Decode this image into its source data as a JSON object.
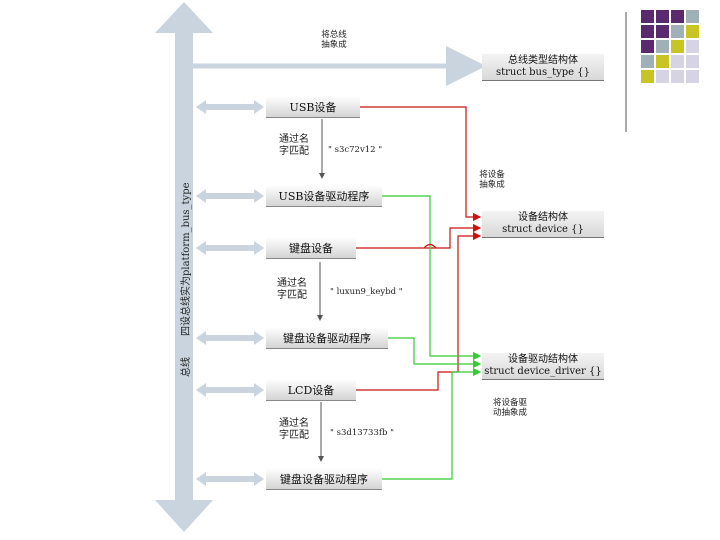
{
  "bus_axis_label": "总线",
  "bus_axis_label2": "四设总线实为platform_bus_type",
  "top_note": [
    "将总线",
    "抽象成"
  ],
  "bus_struct": {
    "line1": "总线类型结构体",
    "line2": "struct bus_type {}"
  },
  "device_struct": {
    "line1": "设备结构体",
    "line2": "struct device {}"
  },
  "driver_struct": {
    "line1": "设备驱动结构体",
    "line2": "struct device_driver {}"
  },
  "device_note": [
    "将设备",
    "抽象成"
  ],
  "driver_note": [
    "将设备驱",
    "动抽象成"
  ],
  "devices": [
    {
      "label": "USB设备"
    },
    {
      "label": "USB设备驱动程序"
    },
    {
      "label": "键盘设备"
    },
    {
      "label": "键盘设备驱动程序"
    },
    {
      "label": "LCD设备"
    },
    {
      "label": "键盘设备驱动程序"
    }
  ],
  "matches": [
    {
      "note": [
        "通过名",
        "字匹配"
      ],
      "name": "\" s3c72v12 \""
    },
    {
      "note": [
        "通过名",
        "字匹配"
      ],
      "name": "\" luxun9_keybd \""
    },
    {
      "note": [
        "通过名",
        "字匹配"
      ],
      "name": "\" s3d13733fb \""
    }
  ],
  "colors": {
    "device_link": "#cc1111",
    "driver_link": "#33cc33",
    "bus_arrow": "#c9d4de"
  },
  "palette": [
    "#5b2a6e",
    "#5b2a6e",
    "#5b2a6e",
    "#9fb0b6",
    "#5b2a6e",
    "#5b2a6e",
    "#9fb0b6",
    "#c7c424",
    "#5b2a6e",
    "#9fb0b6",
    "#c7c424",
    "#d6d4e4",
    "#9fb0b6",
    "#c7c424",
    "#d6d4e4",
    "#d6d4e4",
    "#c7c424",
    "#d6d4e4",
    "#d6d4e4",
    "#d6d4e4"
  ]
}
